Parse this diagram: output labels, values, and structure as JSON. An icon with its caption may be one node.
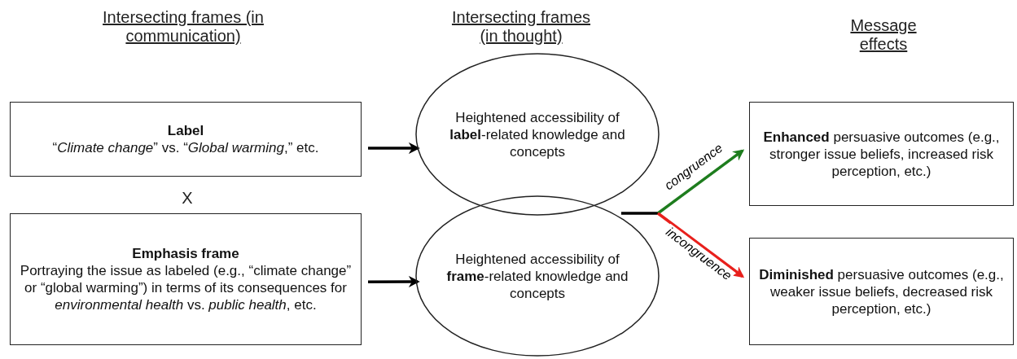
{
  "diagram": {
    "nodes": [
      {
        "text": [
          "Label",
          "“*Climate change*” vs. “*Global warming*,” etc."
        ]
      },
      {
        "text": [
          "Emphasis frame",
          "Portraying the issue as labeled (e.g., “climate change” or “global warming”) in terms of its consequences for *environmental health* vs. *public health*, etc."
        ]
      },
      {
        "text": [
          "Heightened accessibility of **label**-related knowledge and concepts"
        ]
      },
      {
        "text": [
          "Heightened accessibility of **frame**-related knowledge and concepts"
        ]
      },
      {
        "text": [
          "**Enhanced** persuasive outcomes (e.g., stronger issue beliefs, increased risk perception, etc.)"
        ]
      },
      {
        "text": [
          "**Diminished** persuasive outcomes (e.g., weaker issue beliefs, decreased risk perception, etc.)"
        ]
      }
    ],
    "edges": [
      {
        "from": 0,
        "to": 2,
        "arrow": "to"
      },
      {
        "from": 1,
        "to": 3,
        "arrow": "to"
      },
      {
        "from": 3,
        "to": 4,
        "arrow": "to",
        "label": "congruence",
        "color": "#1e7d1e"
      },
      {
        "from": 3,
        "to": 5,
        "arrow": "to",
        "label": "incongruence",
        "color": "#e8201c"
      }
    ],
    "labels": [
      "Intersecting frames (in communication)",
      "Intersecting frames (in thought)",
      "Message effects",
      "X"
    ]
  }
}
